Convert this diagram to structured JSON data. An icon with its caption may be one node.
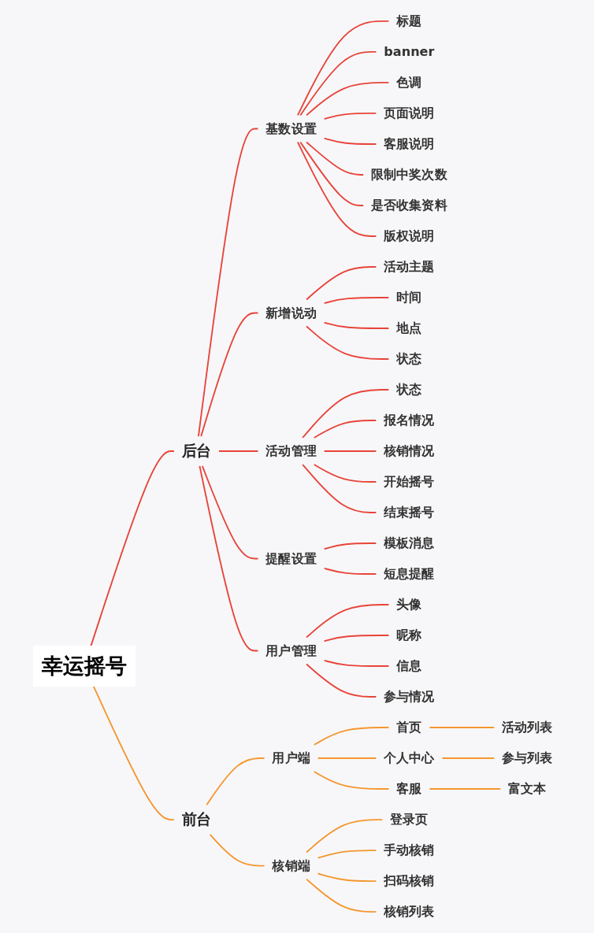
{
  "diagram": {
    "nodes": [
      {
        "text": [
          "幸运摇号"
        ]
      },
      {
        "text": [
          "后台"
        ]
      },
      {
        "text": [
          "基数设置"
        ]
      },
      {
        "text": [
          "标题"
        ]
      },
      {
        "text": [
          "banner"
        ]
      },
      {
        "text": [
          "色调"
        ]
      },
      {
        "text": [
          "页面说明"
        ]
      },
      {
        "text": [
          "客服说明"
        ]
      },
      {
        "text": [
          "限制中奖次数"
        ]
      },
      {
        "text": [
          "是否收集资料"
        ]
      },
      {
        "text": [
          "版权说明"
        ]
      },
      {
        "text": [
          "新增说动"
        ]
      },
      {
        "text": [
          "活动主题"
        ]
      },
      {
        "text": [
          "时间"
        ]
      },
      {
        "text": [
          "地点"
        ]
      },
      {
        "text": [
          "状态"
        ]
      },
      {
        "text": [
          "活动管理"
        ]
      },
      {
        "text": [
          "状态"
        ]
      },
      {
        "text": [
          "报名情况"
        ]
      },
      {
        "text": [
          "核销情况"
        ]
      },
      {
        "text": [
          "开始摇号"
        ]
      },
      {
        "text": [
          "结束摇号"
        ]
      },
      {
        "text": [
          "提醒设置"
        ]
      },
      {
        "text": [
          "模板消息"
        ]
      },
      {
        "text": [
          "短息提醒"
        ]
      },
      {
        "text": [
          "用户管理"
        ]
      },
      {
        "text": [
          "头像"
        ]
      },
      {
        "text": [
          "昵称"
        ]
      },
      {
        "text": [
          "信息"
        ]
      },
      {
        "text": [
          "参与情况"
        ]
      },
      {
        "text": [
          "前台"
        ]
      },
      {
        "text": [
          "用户端"
        ]
      },
      {
        "text": [
          "首页"
        ]
      },
      {
        "text": [
          "活动列表"
        ]
      },
      {
        "text": [
          "个人中心"
        ]
      },
      {
        "text": [
          "参与列表"
        ]
      },
      {
        "text": [
          "客服"
        ]
      },
      {
        "text": [
          "富文本"
        ]
      },
      {
        "text": [
          "核销端"
        ]
      },
      {
        "text": [
          "登录页"
        ]
      },
      {
        "text": [
          "手动核销"
        ]
      },
      {
        "text": [
          "扫码核销"
        ]
      },
      {
        "text": [
          "核销列表"
        ]
      }
    ],
    "edges": [
      {
        "from": 0,
        "to": 1,
        "arrow": "none"
      },
      {
        "from": 1,
        "to": 2,
        "arrow": "none"
      },
      {
        "from": 2,
        "to": 3,
        "arrow": "none"
      },
      {
        "from": 2,
        "to": 4,
        "arrow": "none"
      },
      {
        "from": 2,
        "to": 5,
        "arrow": "none"
      },
      {
        "from": 2,
        "to": 6,
        "arrow": "none"
      },
      {
        "from": 2,
        "to": 7,
        "arrow": "none"
      },
      {
        "from": 2,
        "to": 8,
        "arrow": "none"
      },
      {
        "from": 2,
        "to": 9,
        "arrow": "none"
      },
      {
        "from": 2,
        "to": 10,
        "arrow": "none"
      },
      {
        "from": 1,
        "to": 11,
        "arrow": "none"
      },
      {
        "from": 11,
        "to": 12,
        "arrow": "none"
      },
      {
        "from": 11,
        "to": 13,
        "arrow": "none"
      },
      {
        "from": 11,
        "to": 14,
        "arrow": "none"
      },
      {
        "from": 11,
        "to": 15,
        "arrow": "none"
      },
      {
        "from": 1,
        "to": 16,
        "arrow": "none"
      },
      {
        "from": 16,
        "to": 17,
        "arrow": "none"
      },
      {
        "from": 16,
        "to": 18,
        "arrow": "none"
      },
      {
        "from": 16,
        "to": 19,
        "arrow": "none"
      },
      {
        "from": 16,
        "to": 20,
        "arrow": "none"
      },
      {
        "from": 16,
        "to": 21,
        "arrow": "none"
      },
      {
        "from": 1,
        "to": 22,
        "arrow": "none"
      },
      {
        "from": 22,
        "to": 23,
        "arrow": "none"
      },
      {
        "from": 22,
        "to": 24,
        "arrow": "none"
      },
      {
        "from": 1,
        "to": 25,
        "arrow": "none"
      },
      {
        "from": 25,
        "to": 26,
        "arrow": "none"
      },
      {
        "from": 25,
        "to": 27,
        "arrow": "none"
      },
      {
        "from": 25,
        "to": 28,
        "arrow": "none"
      },
      {
        "from": 25,
        "to": 29,
        "arrow": "none"
      },
      {
        "from": 0,
        "to": 30,
        "arrow": "none",
        "color": "#f5962f"
      },
      {
        "from": 30,
        "to": 31,
        "arrow": "none",
        "color": "#f5962f"
      },
      {
        "from": 31,
        "to": 32,
        "arrow": "none",
        "color": "#f5962f"
      },
      {
        "from": 32,
        "to": 33,
        "arrow": "none",
        "color": "#f5962f"
      },
      {
        "from": 31,
        "to": 34,
        "arrow": "none",
        "color": "#f5962f"
      },
      {
        "from": 34,
        "to": 35,
        "arrow": "none",
        "color": "#f5962f"
      },
      {
        "from": 31,
        "to": 36,
        "arrow": "none",
        "color": "#f5962f"
      },
      {
        "from": 36,
        "to": 37,
        "arrow": "none",
        "color": "#f5962f"
      },
      {
        "from": 30,
        "to": 38,
        "arrow": "none",
        "color": "#f5962f"
      },
      {
        "from": 38,
        "to": 39,
        "arrow": "none",
        "color": "#f5962f"
      },
      {
        "from": 38,
        "to": 40,
        "arrow": "none",
        "color": "#f5962f"
      },
      {
        "from": 38,
        "to": 41,
        "arrow": "none",
        "color": "#f5962f"
      },
      {
        "from": 38,
        "to": 42,
        "arrow": "none",
        "color": "#f5962f"
      }
    ]
  }
}
